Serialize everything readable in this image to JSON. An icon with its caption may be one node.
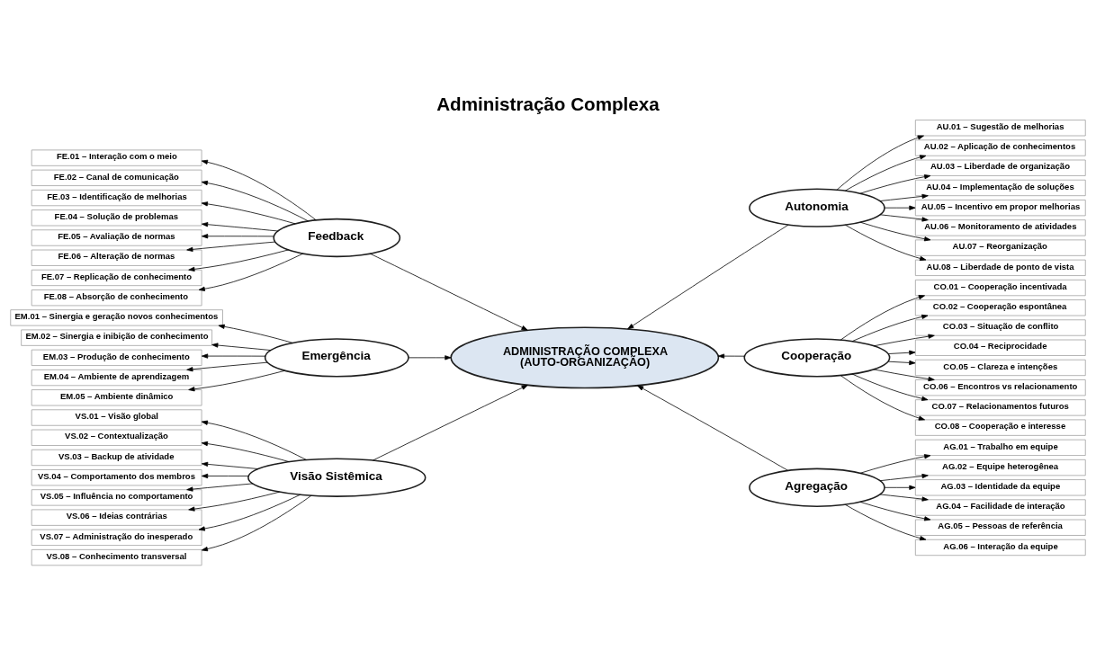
{
  "diagram": {
    "title": "Administração Complexa",
    "nodes": [
      {
        "text": [
          "Visão Sistêmica"
        ]
      },
      {
        "text": [
          "VS.01 – Visão global"
        ]
      },
      {
        "text": [
          "VS.02 – Contextualização"
        ]
      },
      {
        "text": [
          "VS.03 – Backup de atividade"
        ]
      },
      {
        "text": [
          "VS.04 – Comportamento dos membros"
        ]
      },
      {
        "text": [
          "VS.05 – Influência no comportamento"
        ]
      },
      {
        "text": [
          "VS.06 – Ideias contrárias"
        ]
      },
      {
        "text": [
          "VS.07 – Administração do inesperado"
        ]
      },
      {
        "text": [
          "VS.08 – Conhecimento transversal"
        ]
      },
      {
        "text": [
          "Autonomia"
        ]
      },
      {
        "text": [
          "AU.01 – Sugestão de melhorias"
        ]
      },
      {
        "text": [
          "AU.02 – Aplicação de conhecimentos"
        ]
      },
      {
        "text": [
          "AU.03 – Liberdade de organização"
        ]
      },
      {
        "text": [
          "AU.04 – Implementação de soluções"
        ]
      },
      {
        "text": [
          "AU.05 – Incentivo em propor melhorias"
        ]
      },
      {
        "text": [
          "AU.06 – Monitoramento de atividades"
        ]
      },
      {
        "text": [
          "AU.07 – Reorganização"
        ]
      },
      {
        "text": [
          "AU.08 – Liberdade de ponto de vista"
        ]
      },
      {
        "text": [
          "Feedback"
        ]
      },
      {
        "text": [
          "FE.01 – Interação com o meio"
        ]
      },
      {
        "text": [
          "FE.02 – Canal de comunicação"
        ]
      },
      {
        "text": [
          "FE.03 – Identificação de melhorias"
        ]
      },
      {
        "text": [
          "FE.04 – Solução de problemas"
        ]
      },
      {
        "text": [
          "FE.05 – Avaliação de normas"
        ]
      },
      {
        "text": [
          "FE.06 – Alteração de normas"
        ]
      },
      {
        "text": [
          "FE.07 – Replicação de conhecimento"
        ]
      },
      {
        "text": [
          "FE.08 – Absorção de conhecimento"
        ]
      },
      {
        "text": [
          "ADMINISTRAÇÃO COMPLEXA",
          "(AUTO-ORGANIZAÇÃO)"
        ]
      },
      {
        "text": [
          "Cooperação"
        ]
      },
      {
        "text": [
          "CO.01 – Cooperação incentivada"
        ]
      },
      {
        "text": [
          "CO.02 – Cooperação espontânea"
        ]
      },
      {
        "text": [
          "CO.03 – Situação de conflito"
        ]
      },
      {
        "text": [
          "CO.04 – Reciprocidade"
        ]
      },
      {
        "text": [
          "CO.05 – Clareza e intenções"
        ]
      },
      {
        "text": [
          "CO.06 – Encontros vs relacionamento"
        ]
      },
      {
        "text": [
          "CO.07 – Relacionamentos futuros"
        ]
      },
      {
        "text": [
          "CO.08 – Cooperação e interesse"
        ]
      },
      {
        "text": [
          "Emergência"
        ]
      },
      {
        "text": [
          "EM.01 – Sinergia e geração novos conhecimentos"
        ]
      },
      {
        "text": [
          "EM.02 – Sinergia e inibição de conhecimento"
        ]
      },
      {
        "text": [
          "EM.03 – Produção de conhecimento"
        ]
      },
      {
        "text": [
          "EM.04 – Ambiente de aprendizagem"
        ]
      },
      {
        "text": [
          "EM.05 – Ambiente dinâmico"
        ]
      },
      {
        "text": [
          "Agregação"
        ]
      },
      {
        "text": [
          "AG.01 – Trabalho em equipe"
        ]
      },
      {
        "text": [
          "AG.02 – Equipe heterogênea"
        ]
      },
      {
        "text": [
          "AG.03 – Identidade da equipe"
        ]
      },
      {
        "text": [
          "AG.04 – Facilidade de interação"
        ]
      },
      {
        "text": [
          "AG.05 – Pessoas de referência"
        ]
      },
      {
        "text": [
          "AG.06 – Interação da equipe"
        ]
      }
    ],
    "edges": [
      {
        "from": 0,
        "to": 27,
        "arrow": "to"
      },
      {
        "from": 9,
        "to": 27,
        "arrow": "to"
      },
      {
        "from": 18,
        "to": 27,
        "arrow": "to"
      },
      {
        "from": 28,
        "to": 27,
        "arrow": "to"
      },
      {
        "from": 37,
        "to": 27,
        "arrow": "to"
      },
      {
        "from": 43,
        "to": 27,
        "arrow": "to"
      },
      {
        "from": 0,
        "to": 1,
        "arrow": "to"
      },
      {
        "from": 0,
        "to": 2,
        "arrow": "to"
      },
      {
        "from": 0,
        "to": 3,
        "arrow": "to"
      },
      {
        "from": 0,
        "to": 4,
        "arrow": "to"
      },
      {
        "from": 0,
        "to": 5,
        "arrow": "to"
      },
      {
        "from": 0,
        "to": 6,
        "arrow": "to"
      },
      {
        "from": 0,
        "to": 7,
        "arrow": "to"
      },
      {
        "from": 0,
        "to": 8,
        "arrow": "to"
      },
      {
        "from": 9,
        "to": 10,
        "arrow": "to"
      },
      {
        "from": 9,
        "to": 11,
        "arrow": "to"
      },
      {
        "from": 9,
        "to": 12,
        "arrow": "to"
      },
      {
        "from": 9,
        "to": 13,
        "arrow": "to"
      },
      {
        "from": 9,
        "to": 14,
        "arrow": "to"
      },
      {
        "from": 9,
        "to": 15,
        "arrow": "to"
      },
      {
        "from": 9,
        "to": 16,
        "arrow": "to"
      },
      {
        "from": 9,
        "to": 17,
        "arrow": "to"
      },
      {
        "from": 18,
        "to": 19,
        "arrow": "to"
      },
      {
        "from": 18,
        "to": 20,
        "arrow": "to"
      },
      {
        "from": 18,
        "to": 21,
        "arrow": "to"
      },
      {
        "from": 18,
        "to": 22,
        "arrow": "to"
      },
      {
        "from": 18,
        "to": 23,
        "arrow": "to"
      },
      {
        "from": 18,
        "to": 24,
        "arrow": "to"
      },
      {
        "from": 18,
        "to": 25,
        "arrow": "to"
      },
      {
        "from": 18,
        "to": 26,
        "arrow": "to"
      },
      {
        "from": 28,
        "to": 29,
        "arrow": "to"
      },
      {
        "from": 28,
        "to": 30,
        "arrow": "to"
      },
      {
        "from": 28,
        "to": 31,
        "arrow": "to"
      },
      {
        "from": 28,
        "to": 32,
        "arrow": "to"
      },
      {
        "from": 28,
        "to": 33,
        "arrow": "to"
      },
      {
        "from": 28,
        "to": 34,
        "arrow": "to"
      },
      {
        "from": 28,
        "to": 35,
        "arrow": "to"
      },
      {
        "from": 28,
        "to": 36,
        "arrow": "to"
      },
      {
        "from": 37,
        "to": 38,
        "arrow": "to"
      },
      {
        "from": 37,
        "to": 39,
        "arrow": "to"
      },
      {
        "from": 37,
        "to": 40,
        "arrow": "to"
      },
      {
        "from": 37,
        "to": 41,
        "arrow": "to"
      },
      {
        "from": 37,
        "to": 42,
        "arrow": "to"
      },
      {
        "from": 43,
        "to": 44,
        "arrow": "to"
      },
      {
        "from": 43,
        "to": 45,
        "arrow": "to"
      },
      {
        "from": 43,
        "to": 46,
        "arrow": "to"
      },
      {
        "from": 43,
        "to": 47,
        "arrow": "to"
      },
      {
        "from": 43,
        "to": 48,
        "arrow": "to"
      },
      {
        "from": 43,
        "to": 49,
        "arrow": "to"
      }
    ]
  }
}
